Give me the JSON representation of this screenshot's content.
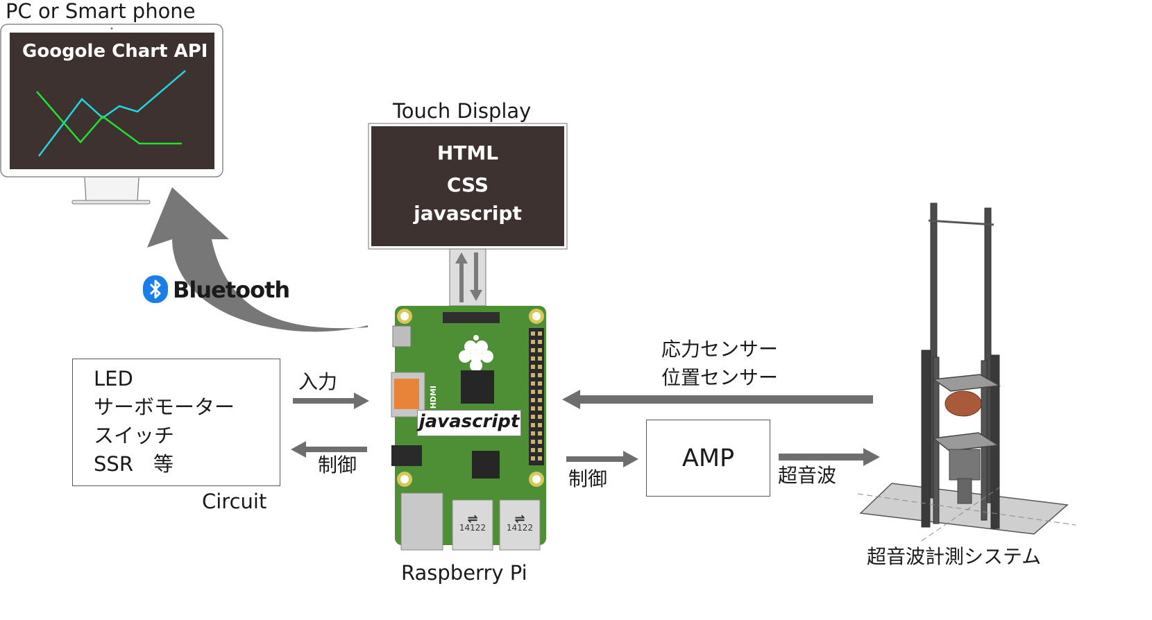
{
  "pc": {
    "title": "PC or Smart phone",
    "screen_text": "Googole Chart API"
  },
  "touch_display": {
    "title": "Touch Display",
    "lines": [
      "HTML",
      "CSS",
      "javascript"
    ]
  },
  "bluetooth": {
    "label": "Bluetooth",
    "icon": "bluetooth-icon"
  },
  "circuit": {
    "items": [
      "LED",
      "サーボモーター",
      "スイッチ",
      "SSR　等"
    ],
    "caption": "Circuit",
    "input_label": "入力",
    "control_label": "制御"
  },
  "raspberry": {
    "caption": "Raspberry Pi",
    "badge": "javascript",
    "usb_label_1": "14122",
    "usb_label_2": "14122",
    "hdmi_label": "HDMI"
  },
  "sensors": {
    "line1": "応力センサー",
    "line2": "位置センサー"
  },
  "amp": {
    "label": "AMP",
    "control_label": "制御",
    "output_label": "超音波"
  },
  "system": {
    "caption": "超音波計測システム"
  },
  "colors": {
    "screen_bg": "#3d3230",
    "board_green": "#4e8e35",
    "arrow_gray": "#6e6e6e",
    "line_cyan": "#20d8e0",
    "line_green": "#22e032",
    "bluetooth_blue": "#1a7ee8"
  }
}
